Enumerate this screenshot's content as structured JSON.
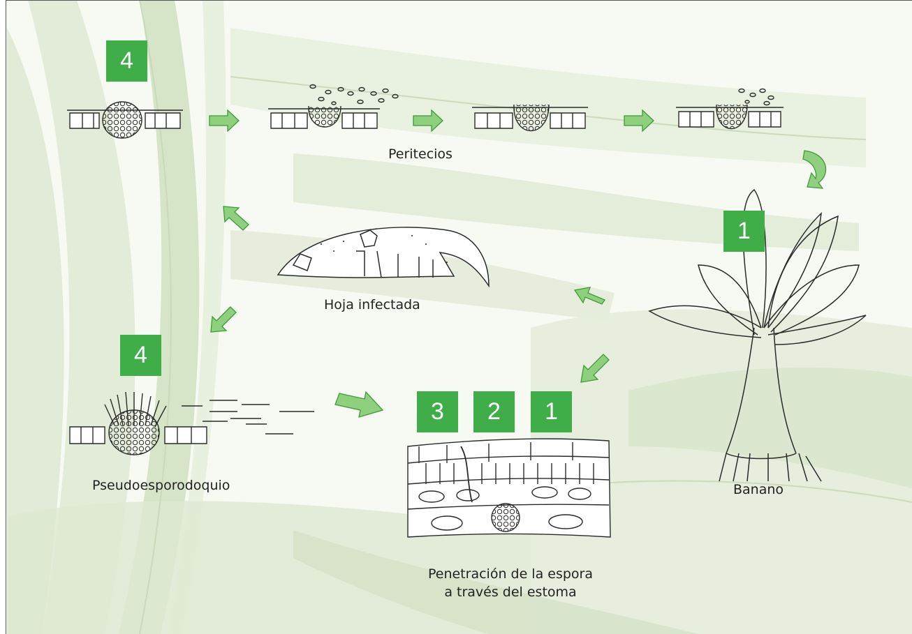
{
  "diagram": {
    "labels": {
      "peritecios": "Peritecios",
      "hoja_infectada": "Hoja infectada",
      "pseudoesporodoquio": "Pseudoesporodoquio",
      "banano": "Banano",
      "penetracion_line1": "Penetración de la espora",
      "penetracion_line2": "a través del estoma"
    },
    "badges": {
      "top_left": "4",
      "mid_left": "4",
      "banana": "1",
      "stage_3": "3",
      "stage_2": "2",
      "stage_1": "1"
    }
  },
  "colors": {
    "badge": "#3fae49",
    "arrow_fill": "#8fd07e",
    "arrow_stroke": "#3e9a3a",
    "background_leaf": "#d9e6cd",
    "line_art": "#2a2a2a"
  }
}
